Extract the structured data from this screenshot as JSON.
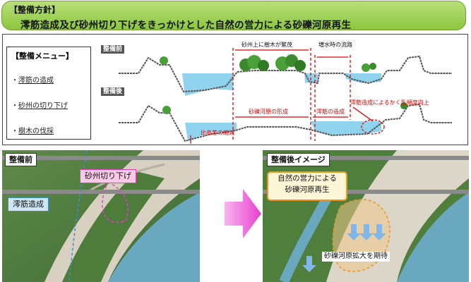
{
  "header": {
    "title": "【整備方針】",
    "subtitle": "澪筋造成及び砂州切り下げをきっかけとした自然の営力による砂礫河原再生"
  },
  "menu": {
    "title": "【整備メニュー】",
    "items": [
      {
        "bullet": "・",
        "label": "澪筋の造成"
      },
      {
        "bullet": "・",
        "label": "砂州の切り下げ"
      },
      {
        "bullet": "・",
        "label": "樹木の伐採"
      }
    ]
  },
  "cross_section": {
    "before_label": "整備前",
    "after_label": "整備後",
    "annotations": {
      "trees_on_bar": "砂州上に樹木が繁茂",
      "flood_channel": "増水時の流路",
      "gravel_formation": "砂礫河原の形成",
      "channel_creation": "澪筋の造成",
      "habitat_improve": "澪筋造成によるかく乱頻度向上",
      "height_diff": "比高差の縮減"
    }
  },
  "photo_before": {
    "title": "整備前",
    "tag_bar": "砂州切り下げ",
    "tag_channel": "澪筋造成"
  },
  "photo_after": {
    "title": "整備後イメージ",
    "callout_line1": "自然の営力による",
    "callout_line2": "砂礫河原再生",
    "note": "砂礫河原拡大を期待"
  },
  "colors": {
    "banner": "#8cc63f",
    "water": "#8fd3ee",
    "arrow": "#e83fd0",
    "red_annotation": "#e00000",
    "callout_border": "#e8961e"
  }
}
